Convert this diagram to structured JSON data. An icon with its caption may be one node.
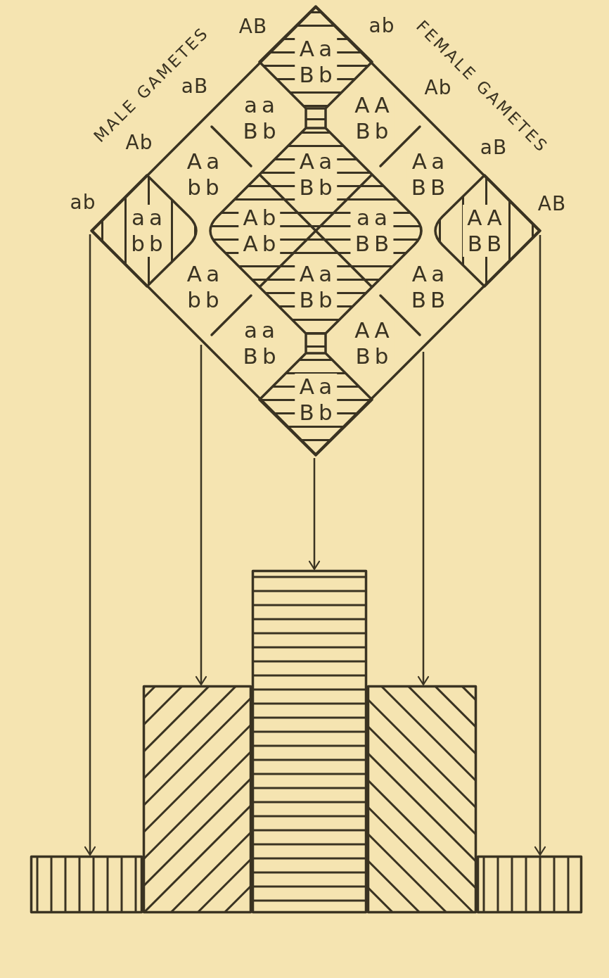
{
  "diagram": {
    "nodes": [
      {
        "text": [],
        "shape": "diamond"
      },
      {
        "text": [],
        "shape": "diamond",
        "in": 0
      },
      {
        "text": [
          "Aa Bb"
        ],
        "in": 1
      },
      {
        "text": [
          "aa Bb"
        ],
        "in": 0
      },
      {
        "text": [
          "AA Bb"
        ],
        "in": 0
      },
      {
        "text": [
          "Aa bb"
        ],
        "in": 0
      },
      {
        "text": [
          "Aa Bb"
        ],
        "in": 1
      },
      {
        "text": [
          "Aa BB"
        ],
        "in": 0
      },
      {
        "text": [
          "aa bb"
        ],
        "in": 0
      },
      {
        "text": [
          "Ab Ab"
        ],
        "in": 1
      },
      {
        "text": [
          "aa BB"
        ],
        "in": 1
      },
      {
        "text": [
          "AA BB"
        ],
        "in": 0
      },
      {
        "text": [
          "Aa bb"
        ],
        "in": 0
      },
      {
        "text": [
          "Aa Bb"
        ],
        "in": 1
      },
      {
        "text": [
          "Aa BB"
        ],
        "in": 0
      },
      {
        "text": [
          "aa Bb"
        ],
        "in": 0
      },
      {
        "text": [
          "AA Bb"
        ],
        "in": 0
      },
      {
        "text": [
          "Aa Bb"
        ],
        "in": 1
      },
      {
        "text": [],
        "shape": "bar"
      },
      {
        "text": [],
        "shape": "bar"
      },
      {
        "text": [],
        "shape": "bar"
      },
      {
        "text": [],
        "shape": "bar"
      },
      {
        "text": [],
        "shape": "bar"
      }
    ],
    "edges": [
      {
        "from": 8,
        "to": 18,
        "arrow": "to"
      },
      {
        "from": 0,
        "to": 19,
        "arrow": "to"
      },
      {
        "from": 1,
        "to": 20,
        "arrow": "to"
      },
      {
        "from": 0,
        "to": 21,
        "arrow": "to"
      },
      {
        "from": 11,
        "to": 22,
        "arrow": "to"
      }
    ],
    "labels": [
      "MALE GAMETES",
      "AB",
      "aB",
      "Ab",
      "ab",
      "FEMALE GAMETES",
      "ab",
      "Ab",
      "aB",
      "AB"
    ]
  }
}
